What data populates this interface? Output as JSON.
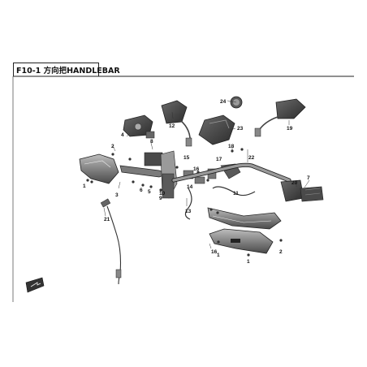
{
  "figure": {
    "title": "F10-1 方向把HANDLEBAR"
  },
  "callouts": [
    {
      "id": "c1",
      "label": "1"
    },
    {
      "id": "c2",
      "label": "2"
    },
    {
      "id": "c3",
      "label": "3"
    },
    {
      "id": "c4",
      "label": "4"
    },
    {
      "id": "c5",
      "label": "5"
    },
    {
      "id": "c6",
      "label": "6"
    },
    {
      "id": "c7",
      "label": "7"
    },
    {
      "id": "c8",
      "label": "8"
    },
    {
      "id": "c9",
      "label": "9"
    },
    {
      "id": "c10",
      "label": "10"
    },
    {
      "id": "c11",
      "label": "11"
    },
    {
      "id": "c12",
      "label": "12"
    },
    {
      "id": "c13",
      "label": "13"
    },
    {
      "id": "c14",
      "label": "14"
    },
    {
      "id": "c15",
      "label": "15"
    },
    {
      "id": "c16",
      "label": "16"
    },
    {
      "id": "c17",
      "label": "17"
    },
    {
      "id": "c18",
      "label": "18"
    },
    {
      "id": "c19",
      "label": "19"
    },
    {
      "id": "c20",
      "label": "20"
    },
    {
      "id": "c21",
      "label": "21"
    },
    {
      "id": "c22",
      "label": "22"
    },
    {
      "id": "c23",
      "label": "23"
    },
    {
      "id": "c24",
      "label": "24"
    }
  ],
  "colors": {
    "line": "#222222",
    "fill_dark": "#3a3a3a",
    "fill_mid": "#8a8a8a",
    "fill_light": "#d9d9d9"
  },
  "icons": {
    "orientation_mark": "arrow-badge-icon"
  }
}
